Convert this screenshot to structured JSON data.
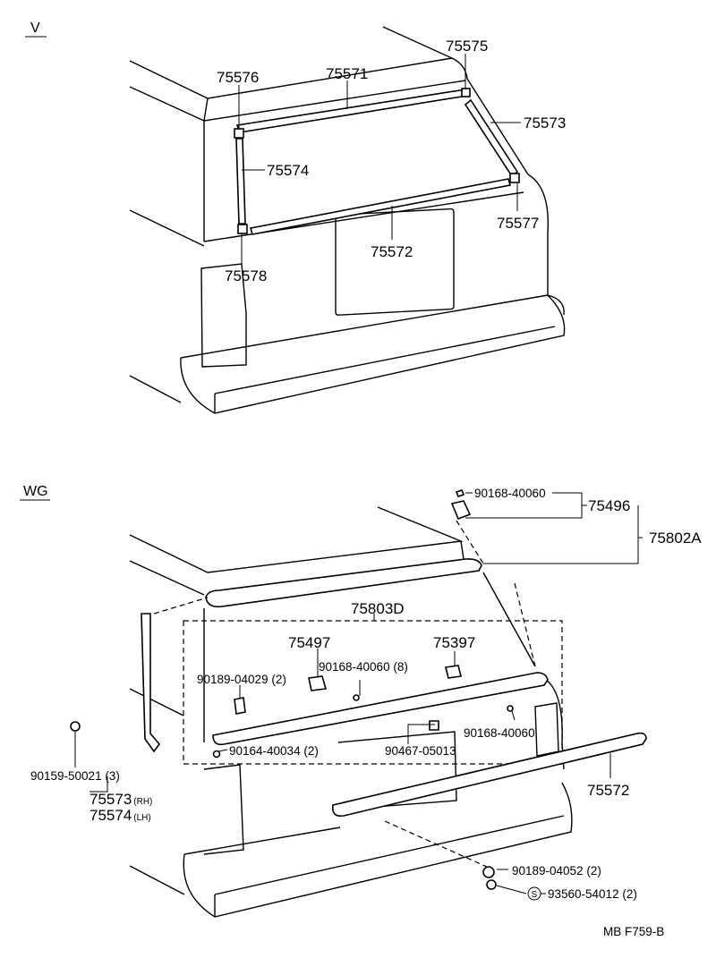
{
  "sections": {
    "v": {
      "label": "V"
    },
    "wg": {
      "label": "WG"
    }
  },
  "v_callouts": {
    "c75575": "75575",
    "c75576": "75576",
    "c75571": "75571",
    "c75573": "75573",
    "c75574": "75574",
    "c75577": "75577",
    "c75572": "75572",
    "c75578": "75578"
  },
  "wg_callouts": {
    "c90168_top": "90168-40060",
    "c75496": "75496",
    "c75802a": "75802A",
    "c75803d": "75803D",
    "c75497": "75497",
    "c75397": "75397",
    "c90189_04029": "90189-04029 (2)",
    "c90168_8": "90168-40060 (8)",
    "c90168_right": "90168-40060",
    "c90164": "90164-40034 (2)",
    "c90467": "90467-05013",
    "c90159": "90159-50021  (3)",
    "c75573_num": "75573",
    "c75573_suffix": "(RH)",
    "c75574_num": "75574",
    "c75574_suffix": "(LH)",
    "c75572": "75572",
    "c90189_04052": "90189-04052 (2)",
    "c93560_symbol": "S",
    "c93560": "93560-54012 (2)"
  },
  "footer": {
    "code": "MB  F759-B"
  }
}
